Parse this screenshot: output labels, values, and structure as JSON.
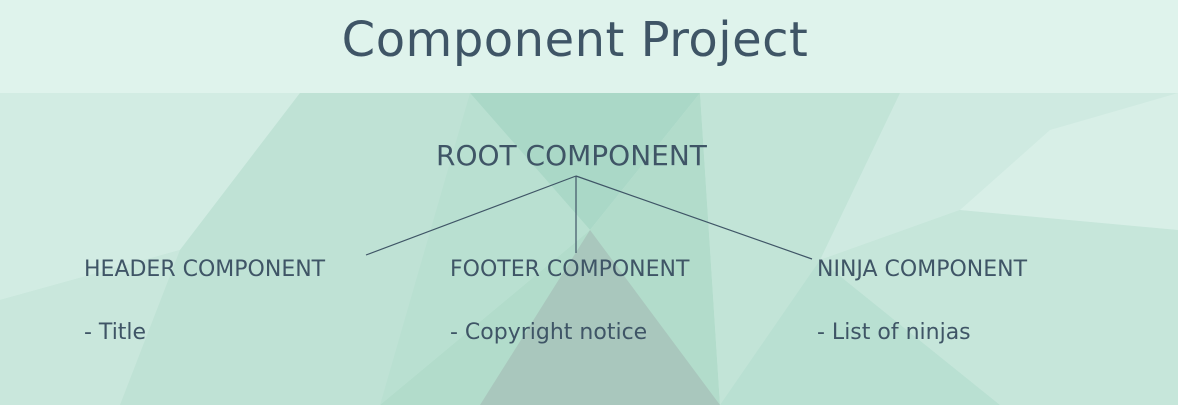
{
  "page": {
    "title": "Component Project"
  },
  "diagram": {
    "root": "ROOT COMPONENT",
    "children": [
      {
        "label": "HEADER COMPONENT",
        "note": "- Title"
      },
      {
        "label": "FOOTER COMPONENT",
        "note": "- Copyright notice"
      },
      {
        "label": "NINJA COMPONENT",
        "note": "- List of ninjas"
      }
    ]
  },
  "colors": {
    "title_bar": "#dff3ec",
    "background": "#bfe3d6",
    "text": "#3f5566",
    "connector": "#3f5566"
  }
}
